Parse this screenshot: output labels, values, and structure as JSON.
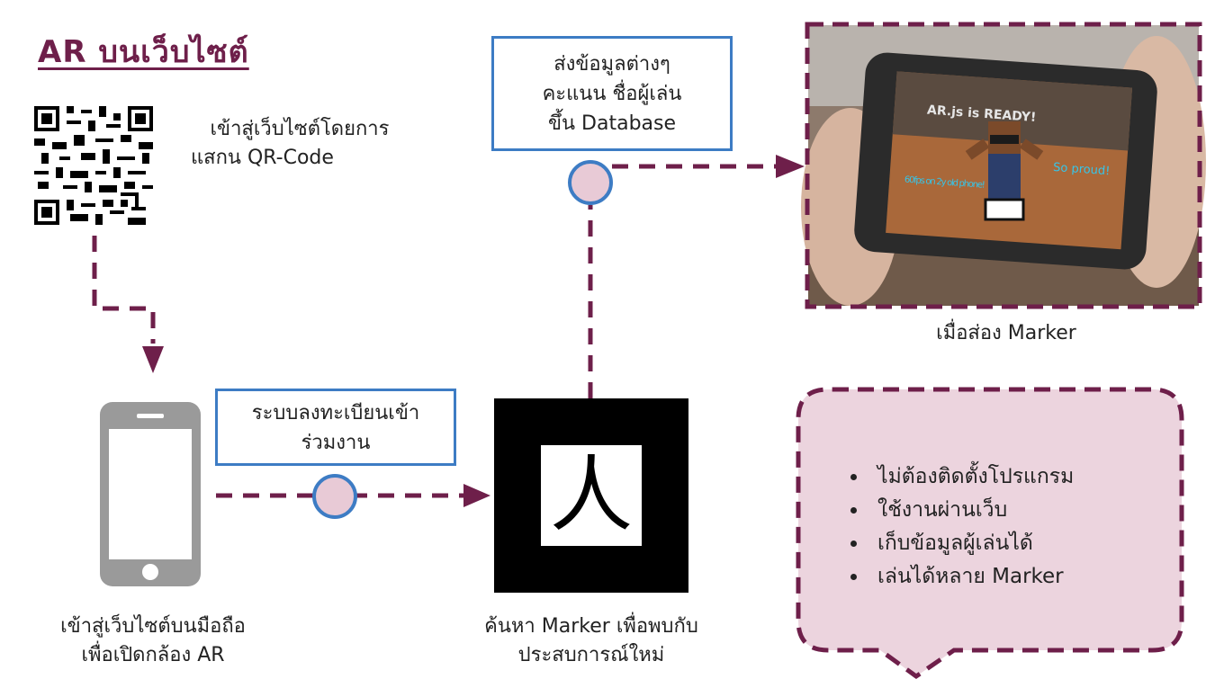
{
  "title": "AR บนเว็บไซต์",
  "qr_caption": [
    "เข้าสู่เว็บไซต์โดยการ",
    "แสกน QR-Code"
  ],
  "phone_caption": [
    "เข้าสู่เว็บไซต์บนมือถือ",
    "เพื่อเปิดกล้อง AR"
  ],
  "register_box": [
    "ระบบลงทะเบียนเข้า",
    "ร่วมงาน"
  ],
  "marker_caption": [
    "ค้นหา Marker เพื่อพบกับ",
    "ประสบการณ์ใหม่"
  ],
  "database_box": [
    "ส่งข้อมูลต่างๆ",
    "คะแนน ชื่อผู้เล่น",
    "ขึ้น Database"
  ],
  "screenshot_caption": "เมื่อส่อง Marker",
  "screen_texts": {
    "ready": "AR.js is READY!",
    "fps": "60fps on 2y old phone!",
    "proud": "So proud!"
  },
  "features": [
    "ไม่ต้องติดตั้งโปรแกรม",
    "ใช้งานผ่านเว็บ",
    "เก็บข้อมูลผู้เล่นได้",
    "เล่นได้หลาย Marker"
  ],
  "marker_glyph": "人",
  "colors": {
    "accent": "#6e1f4a",
    "box_border": "#3d7cc4",
    "node_fill": "#e8cad6",
    "bubble_fill": "#ecd4de"
  }
}
